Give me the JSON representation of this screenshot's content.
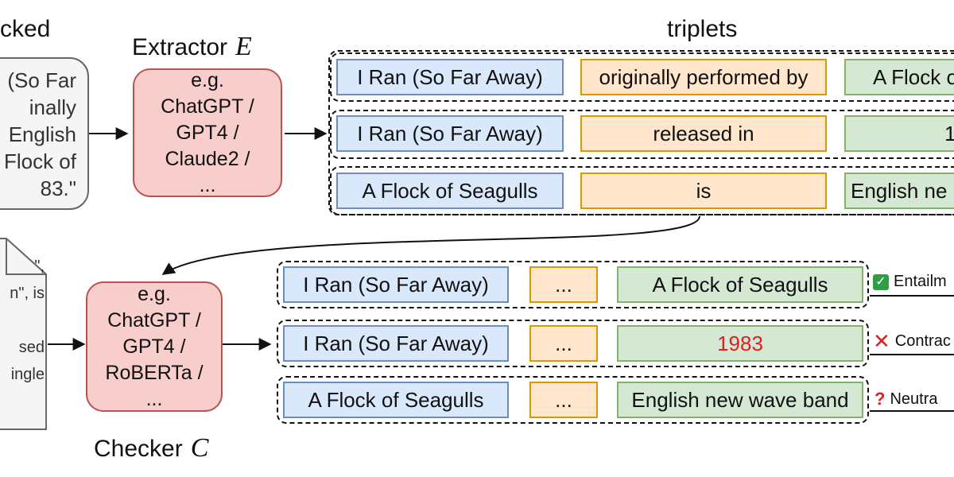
{
  "headers": {
    "checked_fragment": "cked",
    "extractor_label": "Extractor",
    "extractor_symbol": "E",
    "triplets_label": "triplets",
    "checker_label": "Checker",
    "checker_symbol": "C"
  },
  "claim_lines": [
    "(So Far",
    "inally",
    "English",
    "Flock of",
    "83.\""
  ],
  "reference_lines": [
    "\",",
    "n\", is",
    "",
    "sed",
    "ingle"
  ],
  "extractor_lines": [
    "e.g.",
    "ChatGPT /",
    "GPT4 /",
    "Claude2 /",
    "..."
  ],
  "checker_lines": [
    "e.g.",
    "ChatGPT /",
    "GPT4 /",
    "RoBERTa /",
    "..."
  ],
  "triplets": [
    {
      "subject": "I Ran (So Far Away)",
      "predicate": "originally performed by",
      "object": "A Flock o"
    },
    {
      "subject": "I Ran (So Far Away)",
      "predicate": "released in",
      "object": "1"
    },
    {
      "subject": "A Flock of Seagulls",
      "predicate": "is",
      "object": "English ne"
    }
  ],
  "checked_triplets": [
    {
      "subject": "I Ran (So Far Away)",
      "predicate": "...",
      "object": "A Flock of Seagulls",
      "result": "Entailm",
      "result_icon": "check-icon"
    },
    {
      "subject": "I Ran (So Far Away)",
      "predicate": "...",
      "object": "1983",
      "result": "Contrac",
      "result_icon": "cross-icon"
    },
    {
      "subject": "A Flock of Seagulls",
      "predicate": "...",
      "object": "English new wave band",
      "result": "Neutra",
      "result_icon": "question-icon"
    }
  ],
  "colors": {
    "subject_fill": "#dae8fc",
    "predicate_fill": "#ffe6cc",
    "object_fill": "#d5e8d4",
    "model_fill": "#f8cecc",
    "contradiction_text": "#e02020",
    "entailment_icon": "#2ea043"
  }
}
